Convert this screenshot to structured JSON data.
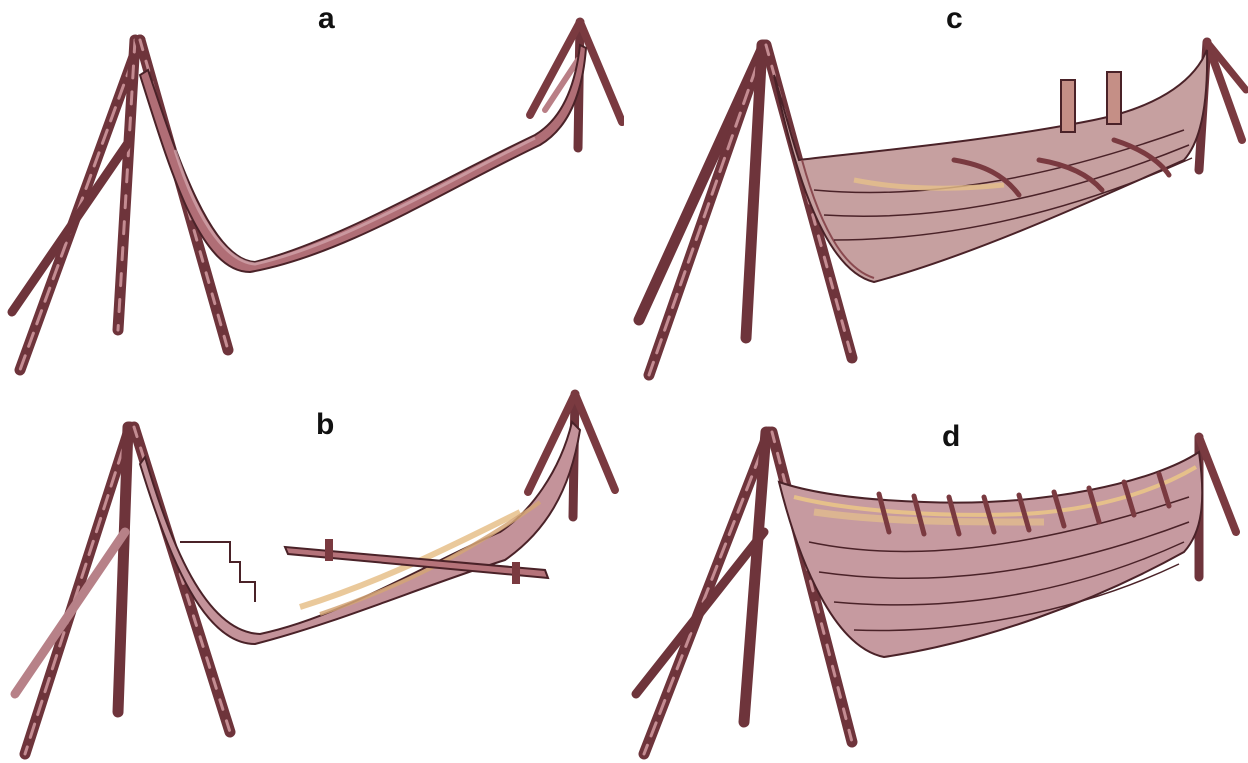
{
  "figure": {
    "panels": [
      {
        "id": "a",
        "label": "a"
      },
      {
        "id": "b",
        "label": "b"
      },
      {
        "id": "c",
        "label": "c"
      },
      {
        "id": "d",
        "label": "d"
      }
    ]
  },
  "colors": {
    "pole": "#7a3a40",
    "pole_light": "#c98a8f",
    "plank": "#b5737a",
    "plank_light": "#d8b1a6",
    "plank_gold": "#e6c08a",
    "outline": "#4a2228"
  }
}
